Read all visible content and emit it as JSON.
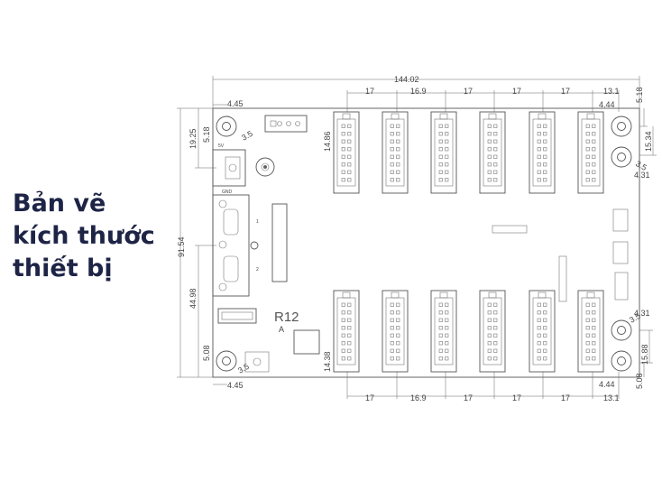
{
  "title": {
    "line1": "Bản vẽ",
    "line2": "kích thước",
    "line3": "thiết bị"
  },
  "board": {
    "label": "R12",
    "sublabel": "A",
    "gnd": "GND",
    "v5": "5V",
    "j1": "1",
    "j2": "2"
  },
  "dims": {
    "total_width": "144.02",
    "top_spacing": [
      "17",
      "16.9",
      "17",
      "17",
      "17",
      "13.1"
    ],
    "bottom_spacing": [
      "17",
      "16.9",
      "17",
      "17",
      "17",
      "13.1"
    ],
    "hole_offset_x": "4.45",
    "hole_offset_y_top": "5.18",
    "hole_offset_y_bottom": "5.08",
    "right_offset": "4.44",
    "right_top_y": "5.18",
    "right_bottom_y": "5.08",
    "connector_top_h": "14.86",
    "connector_bottom_h": "14.38",
    "left_top": "19.25",
    "overall_height": "91.54",
    "left_lower": "44.98",
    "right_upper": "15.34",
    "right_lower": "15.88",
    "right_mid_upper": "4.31",
    "right_mid_lower": "4.31",
    "hole_dia": "3.5"
  }
}
